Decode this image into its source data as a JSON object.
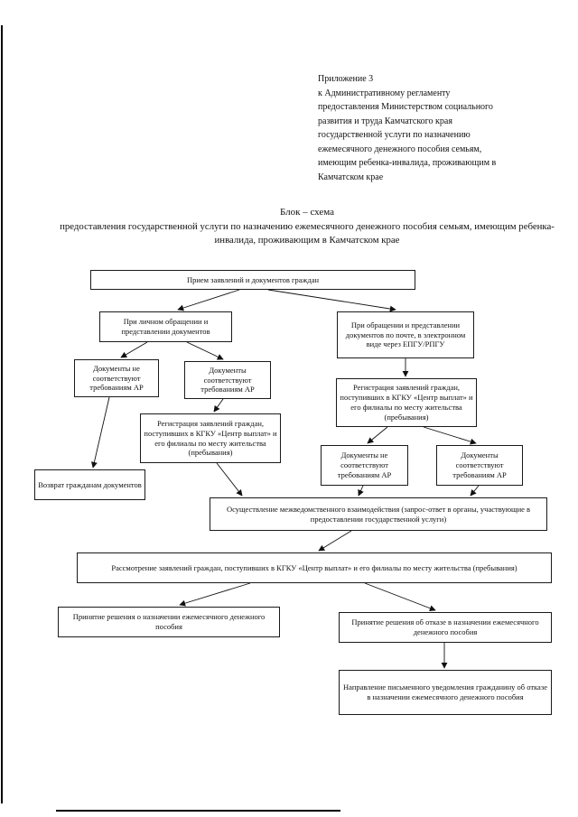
{
  "page": {
    "annotation": "Приложение 3\nк Административному регламенту\nпредоставления Министерством социального\nразвития и труда Камчатского края\nгосударственной услуги по назначению\nежемесячного денежного пособия семьям,\nимеющим ребенка-инвалида, проживающим в\nКамчатском крае",
    "title": "Блок – схема",
    "subtitle": "предоставления государственной услуги по назначению ежемесячного денежного пособия семьям, имеющим ребенка-инвалида, проживающим в Камчатском крае"
  },
  "boxes": {
    "reception": "Прием заявлений и документов граждан",
    "personal": "При личном обращении и представлении документов",
    "mail": "При обращении и представлении документов по почте, в электронном виде через ЕПГУ/РПГУ",
    "docs_fail_left": "Документы не соответствуют требованиям АР",
    "docs_ok_left": "Документы соответствуют требованиям АР",
    "registration_right": "Регистрация заявлений граждан, поступивших в КГКУ «Центр выплат» и его филиалы по месту жительства (пребывания)",
    "registration_left": "Регистрация заявлений граждан, поступивших в КГКУ «Центр выплат» и его филиалы по месту жительства (пребывания)",
    "docs_fail_right": "Документы не соответствуют требованиям АР",
    "docs_ok_right": "Документы соответствуют требованиям АР",
    "return_docs": "Возврат гражданам документов",
    "interagency": "Осуществление межведомственного взаимодействия (запрос-ответ в органы, участвующие в предоставлении государственной услуги)",
    "review": "Рассмотрение заявлений граждан, поступивших в КГКУ «Центр выплат» и его филиалы по месту жительства (пребывания)",
    "approve": "Принятие решения о назначении ежемесячного денежного пособия",
    "deny": "Принятие решения об отказе в назначении ежемесячного денежного пособия",
    "notify": "Направление письменного уведомления гражданину об отказе в назначении ежемесячного денежного пособия"
  }
}
